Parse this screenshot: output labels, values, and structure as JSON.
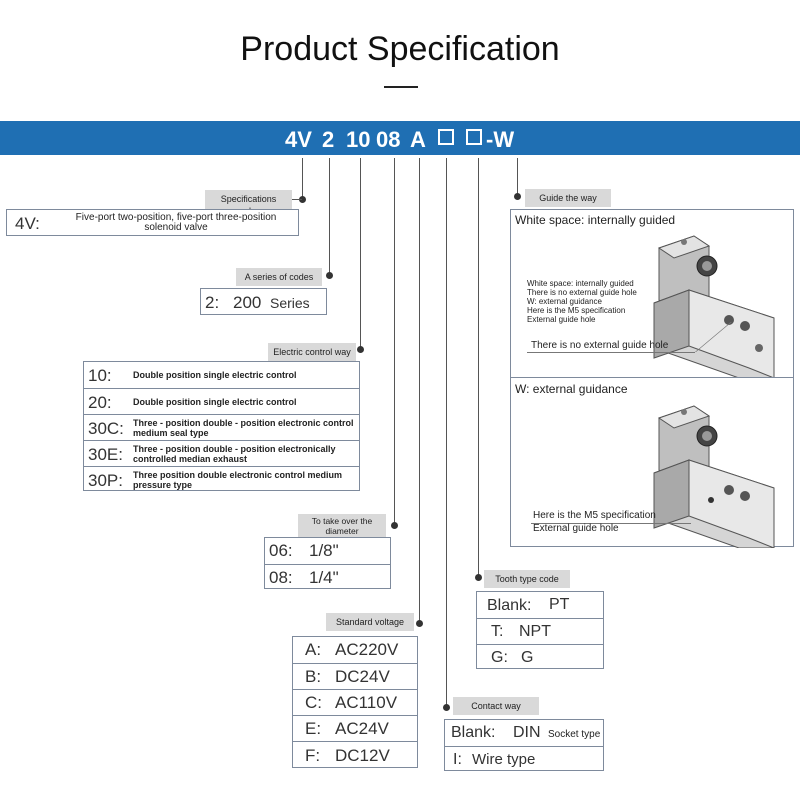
{
  "title": "Product Specification",
  "model_code": {
    "parts": [
      "4V",
      "2",
      "10",
      "08",
      "A"
    ],
    "suffix": "-W"
  },
  "specifications": {
    "tag": "Specifications codes",
    "code": "4V:",
    "description_line1": "Five-port two-position, five-port three-position",
    "description_line2": "solenoid valve"
  },
  "series": {
    "tag": "A series of codes",
    "code": "2:",
    "value": "200",
    "unit": "Series"
  },
  "electric_control": {
    "tag": "Electric control way",
    "rows": [
      {
        "code": "10:",
        "line1": "Double position single electric control",
        "line2": ""
      },
      {
        "code": "20:",
        "line1": "Double position single electric control",
        "line2": ""
      },
      {
        "code": "30C:",
        "line1": "Three - position double - position electronic control",
        "line2": "medium seal type"
      },
      {
        "code": "30E:",
        "line1": "Three - position double - position electronically",
        "line2": "controlled median exhaust"
      },
      {
        "code": "30P:",
        "line1": "Three position double electronic control medium",
        "line2": "pressure type"
      }
    ]
  },
  "diameter": {
    "tag_line1": "To take over the",
    "tag_line2": "diameter",
    "rows": [
      {
        "code": "06:",
        "value": "1/8\""
      },
      {
        "code": "08:",
        "value": "1/4\""
      }
    ]
  },
  "voltage": {
    "tag": "Standard voltage",
    "rows": [
      {
        "code": "A:",
        "value": "AC220V"
      },
      {
        "code": "B:",
        "value": "DC24V"
      },
      {
        "code": "C:",
        "value": "AC110V"
      },
      {
        "code": "E:",
        "value": "AC24V"
      },
      {
        "code": "F:",
        "value": "DC12V"
      }
    ]
  },
  "contact": {
    "tag": "Contact way",
    "rows": [
      {
        "code": "Blank:",
        "value": "DIN",
        "note": "Socket type"
      },
      {
        "code": "I:",
        "value": "Wire type",
        "note": ""
      }
    ]
  },
  "tooth": {
    "tag": "Tooth type code",
    "rows": [
      {
        "code": "Blank:",
        "value": "PT"
      },
      {
        "code": "T:",
        "value": "NPT"
      },
      {
        "code": "G:",
        "value": "G"
      }
    ]
  },
  "guide": {
    "tag": "Guide the way",
    "panel1": {
      "title": "White space: internally guided",
      "notes": [
        "White space: internally guided",
        "There is no external guide hole",
        "W: external guidance",
        "Here is the M5 specification",
        "External guide hole"
      ],
      "callout": "There is no external guide hole"
    },
    "panel2": {
      "title": "W: external guidance",
      "callout1": "Here is the M5 specification",
      "callout2": "External guide hole"
    }
  },
  "colors": {
    "banner": "#1f6fb3",
    "tag_bg": "#d9d9d9",
    "border": "#7e8a9c"
  }
}
